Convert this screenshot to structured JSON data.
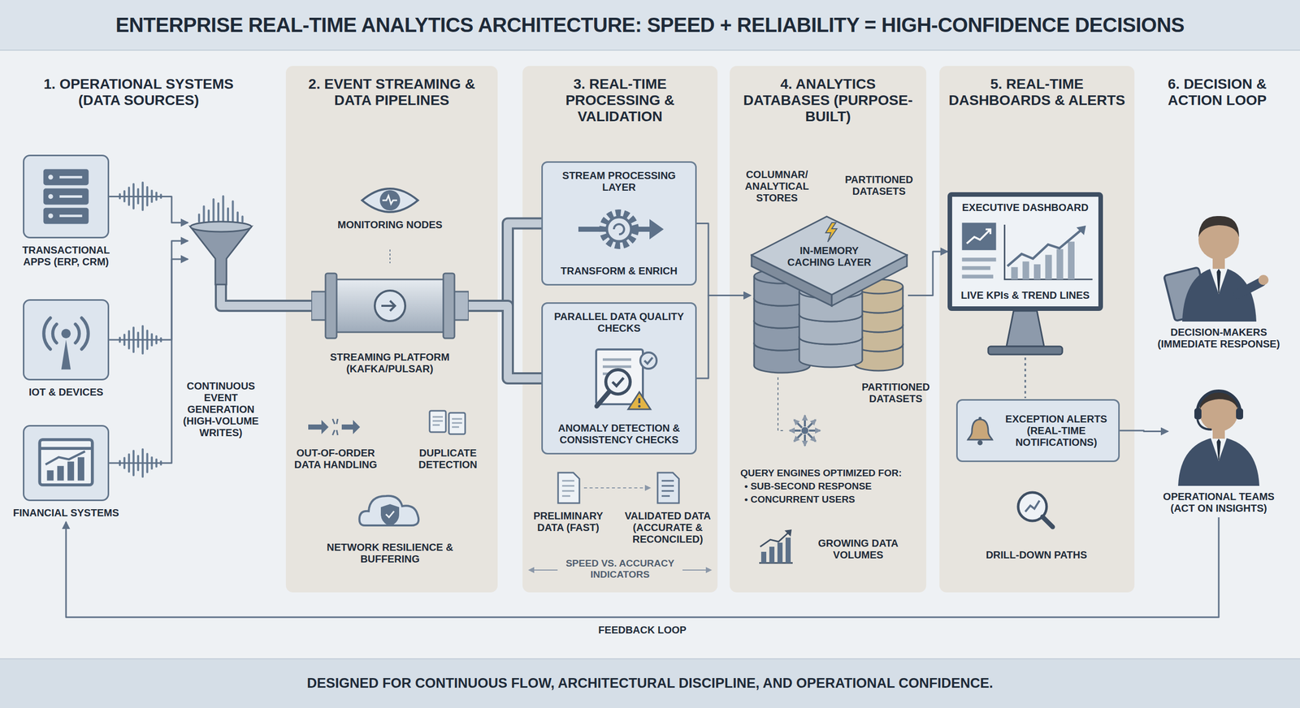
{
  "diagram": {
    "title": "ENTERPRISE REAL-TIME ANALYTICS ARCHITECTURE: SPEED + RELIABILITY = HIGH-CONFIDENCE DECISIONS",
    "caption": "DESIGNED FOR CONTINUOUS FLOW, ARCHITECTURAL DISCIPLINE, AND OPERATIONAL CONFIDENCE.",
    "nodes": [
      {
        "text": [
          "TRANSACTIONAL APPS (ERP, CRM)"
        ]
      },
      {
        "text": [
          "IOT & DEVICES"
        ]
      },
      {
        "text": [
          "FINANCIAL SYSTEMS"
        ]
      },
      {
        "text": [
          "CONTINUOUS EVENT GENERATION (HIGH-VOLUME WRITES)"
        ]
      },
      {
        "text": [
          "2. EVENT STREAMING & DATA PIPELINES"
        ]
      },
      {
        "text": [
          "STREAMING PLATFORM (KAFKA/PULSAR)"
        ],
        "in": 4
      },
      {
        "text": [
          "3. REAL-TIME PROCESSING & VALIDATION"
        ]
      },
      {
        "text": [
          "STREAM PROCESSING LAYER",
          "TRANSFORM & ENRICH"
        ],
        "in": 6
      },
      {
        "text": [
          "PARALLEL DATA QUALITY CHECKS",
          "ANOMALY DETECTION & CONSISTENCY CHECKS"
        ],
        "in": 6
      },
      {
        "text": [
          "4. ANALYTICS DATABASES (PURPOSE-BUILT)"
        ]
      },
      {
        "text": [
          "IN-MEMORY CACHING LAYER"
        ],
        "in": 9
      },
      {
        "text": [
          "5. REAL-TIME DASHBOARDS & ALERTS"
        ]
      },
      {
        "text": [
          "EXECUTIVE DASHBOARD",
          "LIVE KPIs & TREND LINES"
        ],
        "in": 11
      },
      {
        "text": [
          "EXCEPTION ALERTS (REAL-TIME NOTIFICATIONS)"
        ],
        "in": 11
      },
      {
        "text": [
          "DECISION-MAKERS (IMMEDIATE RESPONSE)"
        ]
      },
      {
        "text": [
          "OPERATIONAL TEAMS (ACT ON INSIGHTS)"
        ]
      }
    ],
    "edges": [
      {
        "from": 0,
        "to": 3,
        "arrow": "to"
      },
      {
        "from": 1,
        "to": 3,
        "arrow": "to"
      },
      {
        "from": 2,
        "to": 3,
        "arrow": "to"
      },
      {
        "from": 3,
        "to": 5,
        "arrow": "none"
      },
      {
        "from": 5,
        "to": 7,
        "arrow": "none"
      },
      {
        "from": 5,
        "to": 8,
        "arrow": "none"
      },
      {
        "from": 7,
        "to": 10,
        "arrow": "to"
      },
      {
        "from": 8,
        "to": 10,
        "arrow": "to"
      },
      {
        "from": 10,
        "to": 12,
        "arrow": "to"
      },
      {
        "from": 12,
        "to": 13,
        "arrow": "none"
      },
      {
        "from": 13,
        "to": 15,
        "arrow": "to"
      },
      {
        "from": 15,
        "to": 2,
        "label": "FEEDBACK LOOP",
        "arrow": "to"
      }
    ],
    "labels": [
      "1. OPERATIONAL SYSTEMS (DATA SOURCES)",
      "MONITORING NODES",
      "OUT-OF-ORDER DATA HANDLING",
      "DUPLICATE DETECTION",
      "NETWORK RESILIENCE & BUFFERING",
      "PRELIMINARY DATA (FAST)",
      "VALIDATED DATA (ACCURATE & RECONCILED)",
      "SPEED VS. ACCURACY INDICATORS",
      "COLUMNAR/ ANALYTICAL STORES",
      "PARTITIONED DATASETS",
      "PARTITIONED DATASETS",
      "QUERY ENGINES OPTIMIZED FOR:",
      "• SUB-SECOND RESPONSE",
      "• CONCURRENT USERS",
      "GROWING DATA VOLUMES",
      "DRILL-DOWN PATHS",
      "6. DECISION & ACTION LOOP"
    ]
  }
}
